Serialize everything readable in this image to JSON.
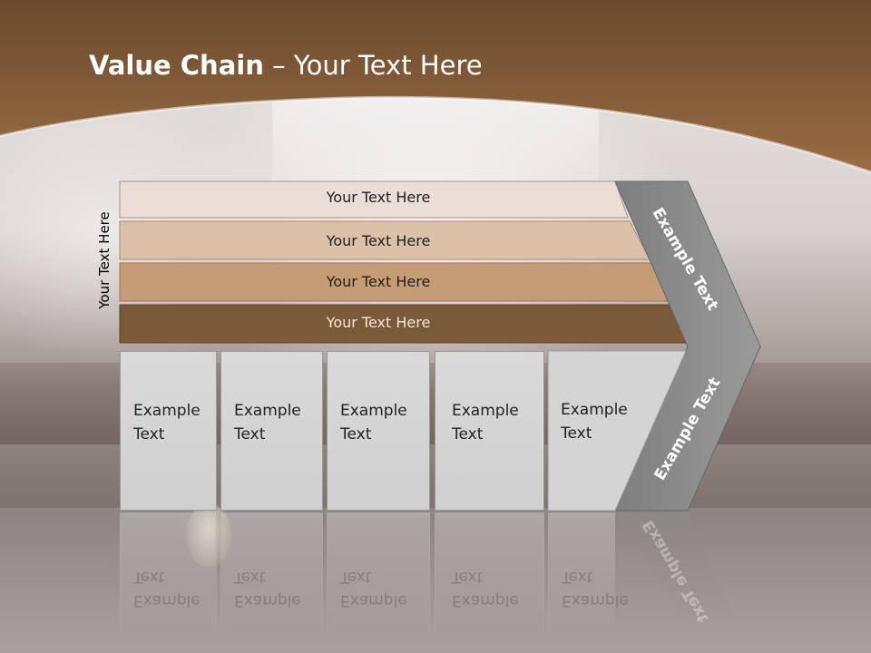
{
  "title": {
    "bold": "Value Chain",
    "rest": " – Your Text Here"
  },
  "side_label": "Your Text Here",
  "bars": [
    {
      "label": "Your Text Here",
      "color": "#eaded6"
    },
    {
      "label": "Your Text Here",
      "color": "#dcc0a8"
    },
    {
      "label": "Your Text Here",
      "color": "#c69c76"
    },
    {
      "label": "Your Text Here",
      "color": "#7b5a3a"
    }
  ],
  "boxes": [
    {
      "line1": "Example",
      "line2": "Text"
    },
    {
      "line1": "Example",
      "line2": "Text"
    },
    {
      "line1": "Example",
      "line2": "Text"
    },
    {
      "line1": "Example",
      "line2": "Text"
    },
    {
      "line1": "Example",
      "line2": "Text"
    }
  ],
  "chevron": {
    "top_label": "Example Text",
    "bottom_label": "Example Text",
    "color": "#8c8c8c"
  },
  "colors": {
    "header": "#7d5836",
    "header_light": "#9a6e45"
  }
}
